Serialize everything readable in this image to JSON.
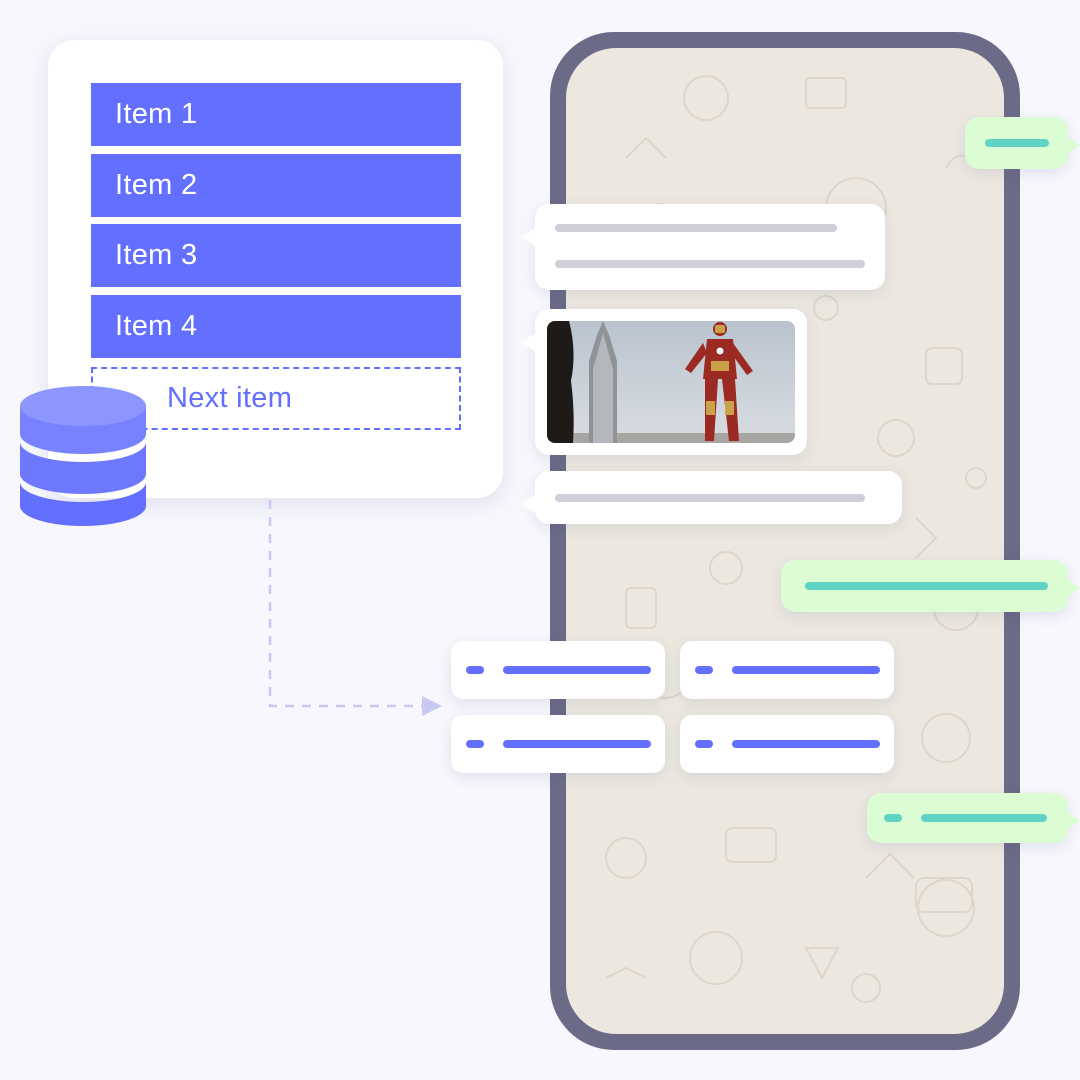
{
  "list": {
    "items": [
      {
        "label": "Item 1"
      },
      {
        "label": "Item 2"
      },
      {
        "label": "Item 3"
      },
      {
        "label": "Item 4"
      }
    ],
    "next_label": "Next item"
  },
  "colors": {
    "accent": "#636ffe",
    "phone_frame": "#6b6b87",
    "chat_background": "#ece8e0",
    "outgoing_bubble": "#dcfcd4",
    "outgoing_text_line": "#5fd4c4",
    "incoming_text_line": "#cfcfd9"
  },
  "icons": {
    "database": "database-icon",
    "arrow": "dashed-arrow-icon"
  },
  "chat": {
    "messages": [
      {
        "direction": "outgoing",
        "kind": "text"
      },
      {
        "direction": "incoming",
        "kind": "text"
      },
      {
        "direction": "incoming",
        "kind": "video"
      },
      {
        "direction": "incoming",
        "kind": "text"
      },
      {
        "direction": "outgoing",
        "kind": "text"
      },
      {
        "direction": "incoming",
        "kind": "option-buttons"
      },
      {
        "direction": "outgoing",
        "kind": "text"
      }
    ]
  }
}
